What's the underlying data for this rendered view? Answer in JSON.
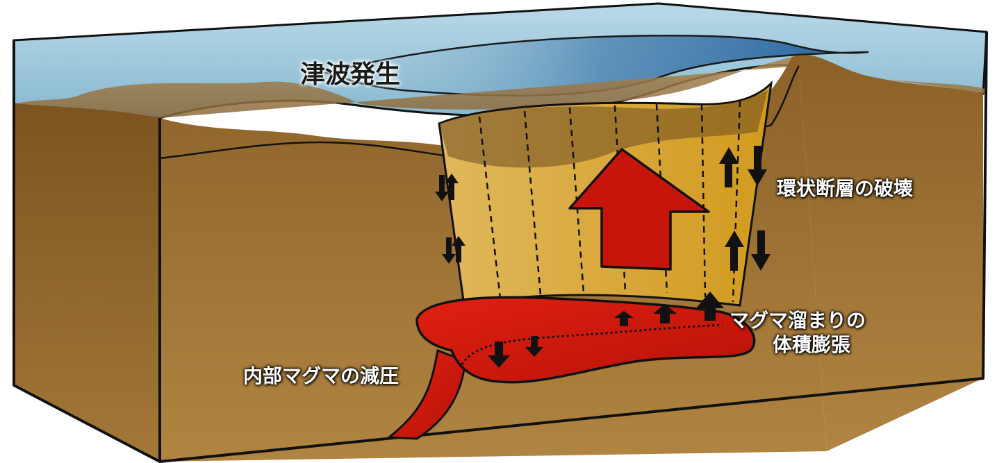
{
  "labels": {
    "tsunami": "津波発生",
    "ring_fault": "環状断層の破壊",
    "magma_decompression": "内部マグマの減圧",
    "chamber_line1": "マグマ溜まりの",
    "chamber_line2": "体積膨張"
  },
  "colors": {
    "sea": "#9fc9dc",
    "earth": "#9a6d32",
    "fault_block": "#d9a22e",
    "magma": "#d81a0a",
    "arrow_red": "#c8150c",
    "arrow_black": "#111111"
  }
}
